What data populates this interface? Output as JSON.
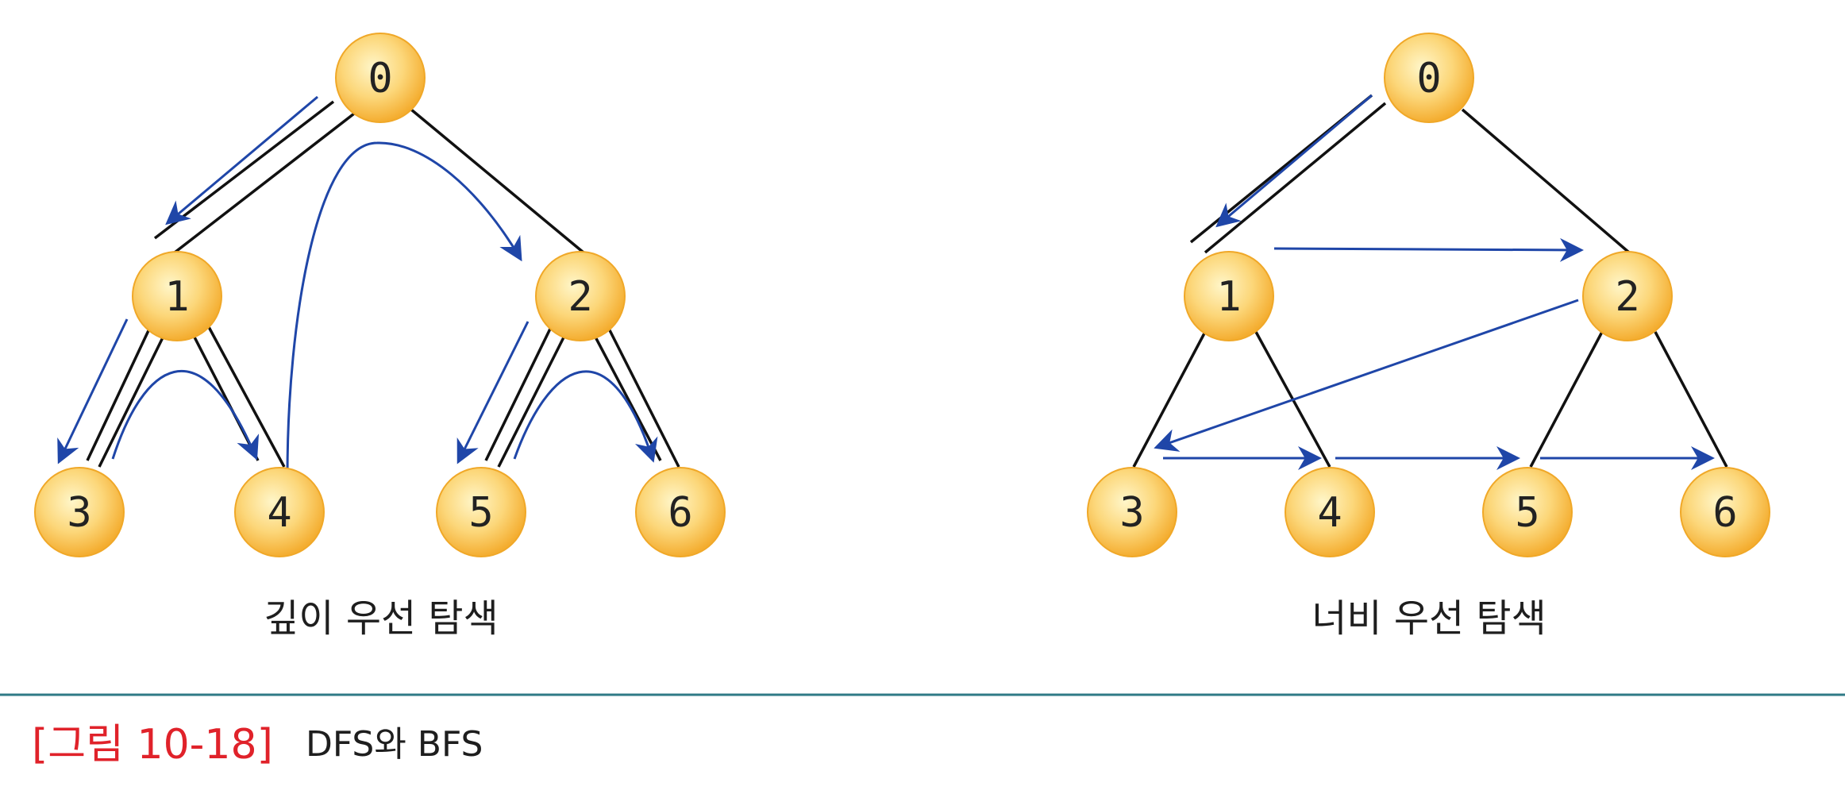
{
  "dfs": {
    "title": "깊이 우선 탐색",
    "nodes": [
      "0",
      "1",
      "2",
      "3",
      "4",
      "5",
      "6"
    ]
  },
  "bfs": {
    "title": "너비 우선 탐색",
    "nodes": [
      "0",
      "1",
      "2",
      "3",
      "4",
      "5",
      "6"
    ]
  },
  "caption": {
    "label": "[그림 10-18]",
    "text": "DFS와 BFS"
  },
  "colors": {
    "node_fill_center": "#fff6c9",
    "node_fill_edge": "#f6b538",
    "node_stroke": "#f0a828",
    "edge": "#111111",
    "arrow": "#1f46a8",
    "caption_label": "#e0222a",
    "rule": "#2f7a86"
  },
  "icons": {
    "arrowhead": "arrowhead-icon"
  }
}
